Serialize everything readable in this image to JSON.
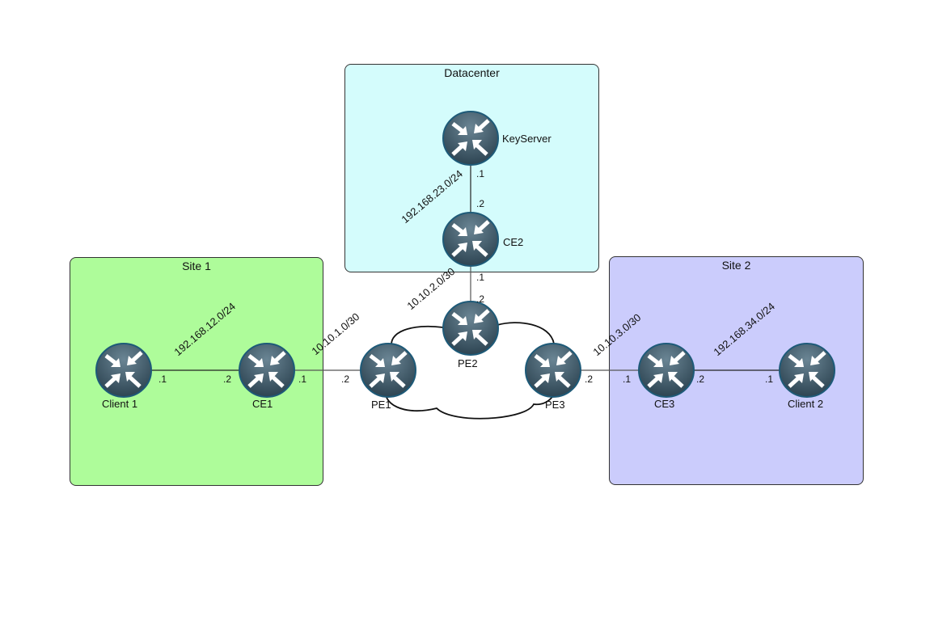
{
  "zones": [
    {
      "id": "site1",
      "title": "Site 1",
      "color": "#aefc9a"
    },
    {
      "id": "datacenter",
      "title": "Datacenter",
      "color": "#d4fcfc"
    },
    {
      "id": "site2",
      "title": "Site 2",
      "color": "#cbccfc"
    }
  ],
  "devices": [
    {
      "id": "client1",
      "label": "Client 1",
      "icon": "router-icon"
    },
    {
      "id": "ce1",
      "label": "CE1",
      "icon": "router-icon"
    },
    {
      "id": "pe1",
      "label": "PE1",
      "icon": "router-icon"
    },
    {
      "id": "pe2",
      "label": "PE2",
      "icon": "router-icon"
    },
    {
      "id": "pe3",
      "label": "PE3",
      "icon": "router-icon"
    },
    {
      "id": "ce2",
      "label": "CE2",
      "icon": "router-icon"
    },
    {
      "id": "keyserver",
      "label": "KeyServer",
      "icon": "router-icon"
    },
    {
      "id": "ce3",
      "label": "CE3",
      "icon": "router-icon"
    },
    {
      "id": "client2",
      "label": "Client 2",
      "icon": "router-icon"
    }
  ],
  "links": [
    {
      "subnet": "192.168.12.0/24",
      "a": "client1",
      "a_ip": ".1",
      "b": "ce1",
      "b_ip": ".2"
    },
    {
      "subnet": "10.10.1.0/30",
      "a": "ce1",
      "a_ip": ".1",
      "b": "pe1",
      "b_ip": ".2"
    },
    {
      "subnet": "192.168.23.0/24",
      "a": "keyserver",
      "a_ip": ".1",
      "b": "ce2",
      "b_ip": ".2"
    },
    {
      "subnet": "10.10.2.0/30",
      "a": "ce2",
      "a_ip": ".1",
      "b": "pe2",
      "b_ip": ".2"
    },
    {
      "subnet": "10.10.3.0/30",
      "a": "pe3",
      "a_ip": ".2",
      "b": "ce3",
      "b_ip": ".1"
    },
    {
      "subnet": "192.168.34.0/24",
      "a": "ce3",
      "a_ip": ".2",
      "b": "client2",
      "b_ip": ".1"
    }
  ],
  "cloud": {
    "name": "provider-cloud-icon"
  },
  "colors": {
    "router_dark": "#2d4452",
    "router_light": "#6a8594",
    "line": "#222222"
  }
}
